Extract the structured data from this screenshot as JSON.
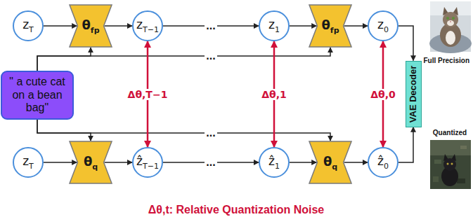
{
  "diagram": {
    "caption": "Δθ,t: Relative Quantization Noise",
    "nodes": [
      {
        "text": [
          "z",
          "T"
        ]
      },
      {
        "text": [
          "θ",
          "fp"
        ]
      },
      {
        "text": [
          "z",
          "T−1"
        ]
      },
      {
        "text": [
          "z",
          "1"
        ]
      },
      {
        "text": [
          "θ",
          "fp"
        ]
      },
      {
        "text": [
          "z",
          "0"
        ]
      },
      {
        "text": [
          "\" a cute cat on a bean bag\""
        ]
      },
      {
        "text": [
          "VAE Decoder"
        ]
      },
      {
        "text": [
          "z",
          "T"
        ]
      },
      {
        "text": [
          "θ",
          "q"
        ]
      },
      {
        "text": [
          "ẑ",
          "T−1"
        ]
      },
      {
        "text": [
          "ẑ",
          "1"
        ]
      },
      {
        "text": [
          "θ",
          "q"
        ]
      },
      {
        "text": [
          "ẑ",
          "0"
        ]
      }
    ],
    "edges": [
      {
        "from": 0,
        "to": 1,
        "arrow": "to"
      },
      {
        "from": 1,
        "to": 2,
        "arrow": "to"
      },
      {
        "from": 2,
        "to": 3,
        "arrow": "to"
      },
      {
        "from": 3,
        "to": 4,
        "arrow": "to"
      },
      {
        "from": 4,
        "to": 5,
        "arrow": "to"
      },
      {
        "from": 5,
        "to": 7,
        "arrow": "to"
      },
      {
        "from": 6,
        "to": 1,
        "arrow": "to"
      },
      {
        "from": 6,
        "to": 4,
        "arrow": "to"
      },
      {
        "from": 8,
        "to": 9,
        "arrow": "to"
      },
      {
        "from": 9,
        "to": 10,
        "arrow": "to"
      },
      {
        "from": 10,
        "to": 11,
        "arrow": "to"
      },
      {
        "from": 11,
        "to": 12,
        "arrow": "to"
      },
      {
        "from": 12,
        "to": 13,
        "arrow": "to"
      },
      {
        "from": 13,
        "to": 7,
        "arrow": "to"
      },
      {
        "from": 6,
        "to": 9,
        "arrow": "to"
      },
      {
        "from": 6,
        "to": 12,
        "arrow": "to"
      },
      {
        "from": 2,
        "to": 10,
        "label": "Δθ,T−1",
        "arrow": "both"
      },
      {
        "from": 3,
        "to": 11,
        "label": "Δθ,1",
        "arrow": "both"
      },
      {
        "from": 5,
        "to": 13,
        "label": "Δθ,0",
        "arrow": "both"
      }
    ],
    "labels": [
      "...",
      "...",
      "...",
      "...",
      "Full Precision",
      "Quantized"
    ]
  }
}
